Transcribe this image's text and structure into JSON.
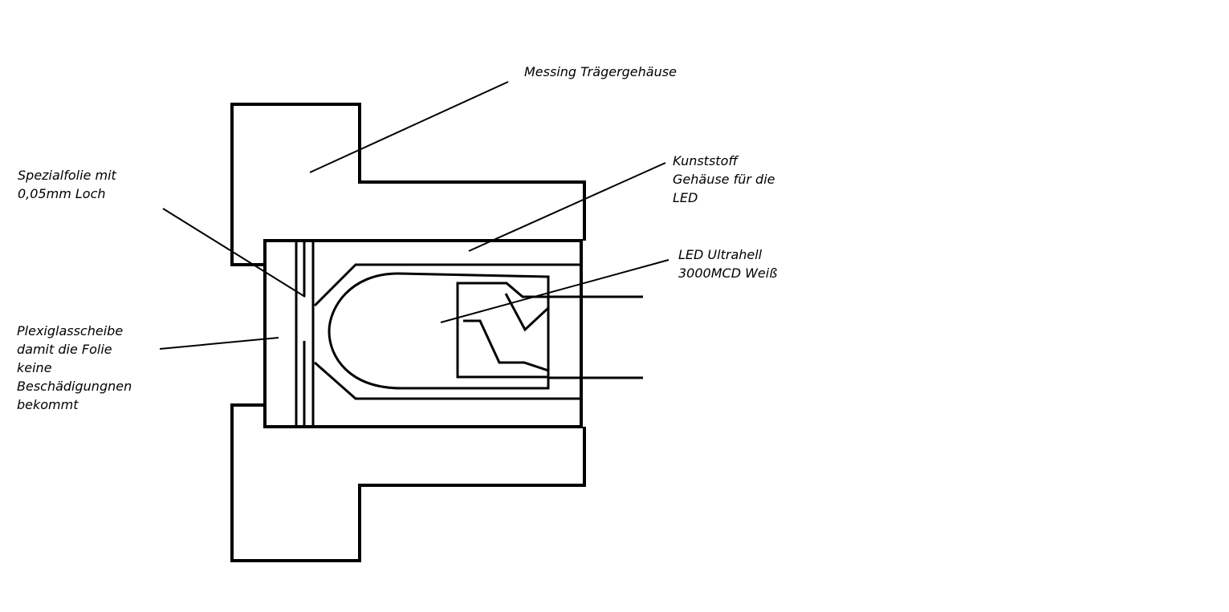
{
  "labels": {
    "messing": [
      "Messing Trägergehäuse"
    ],
    "kunststoff": [
      "Kunststoff",
      "Gehäuse für die",
      "LED"
    ],
    "spezialfolie": [
      "Spezialfolie mit",
      "0,05mm Loch"
    ],
    "led": [
      "LED Ultrahell",
      "3000MCD Weiß"
    ],
    "plexiglas": [
      "Plexiglasscheibe",
      "damit die Folie",
      "keine",
      "Beschädigungnen",
      "bekommt"
    ]
  }
}
